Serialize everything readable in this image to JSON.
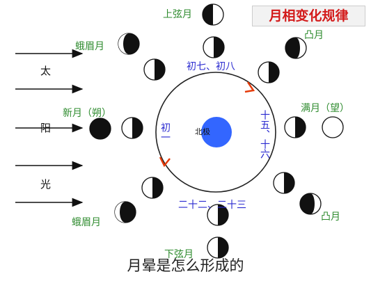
{
  "title": "月相变化规律",
  "caption": "月晕是怎么形成的",
  "sun_side": {
    "top": "太",
    "mid": "阳",
    "bottom": "光"
  },
  "center_label": "北极",
  "phase_labels": {
    "first_quarter": "上弦月",
    "last_quarter": "下弦月",
    "full": "满月（望）",
    "new": "新月（朔）",
    "gibbous_top": "凸月",
    "gibbous_bottom": "凸月",
    "crescent_top": "蛾眉月",
    "crescent_bottom": "蛾眉月"
  },
  "day_labels": {
    "top": "初七、初八",
    "right": "十五、十六",
    "left": "初一",
    "bottom": "二十二、二十三"
  },
  "colors": {
    "title": "#d31a1a",
    "green_label": "#2e8b2e",
    "blue_label": "#2a2ad0",
    "earth": "#3366ff",
    "arrow": "#e53b0a"
  }
}
